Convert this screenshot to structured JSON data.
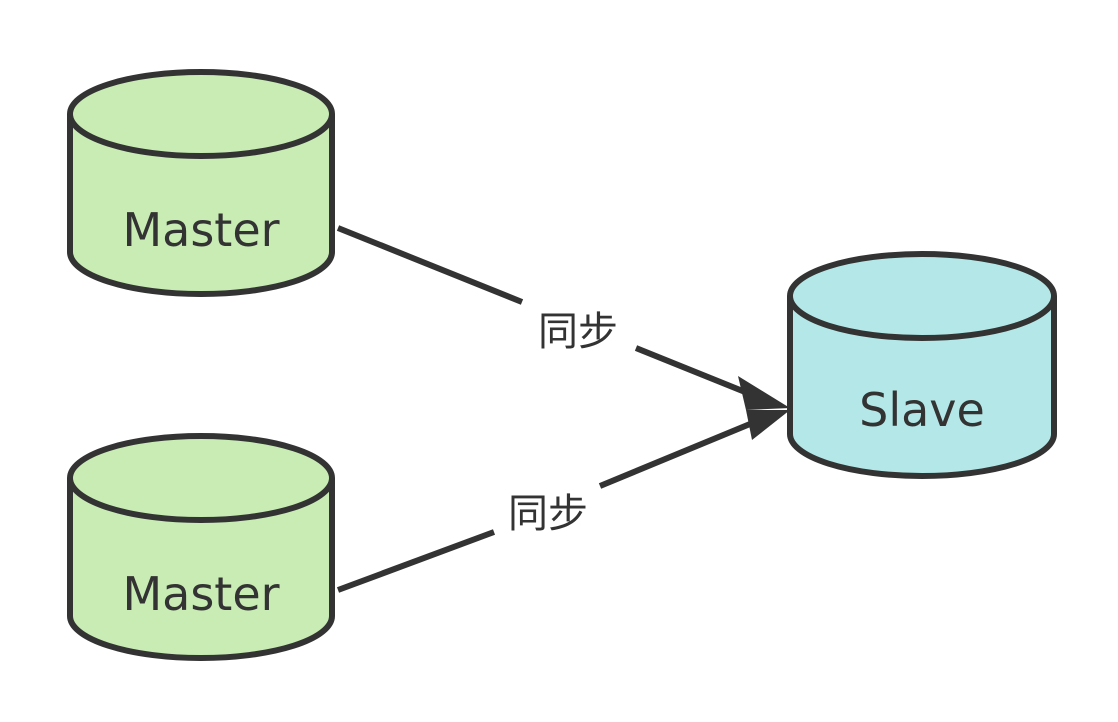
{
  "diagram": {
    "type": "database-replication",
    "nodes": [
      {
        "id": "master1",
        "label": "Master",
        "shape": "cylinder",
        "fill": "#c8ecb4"
      },
      {
        "id": "master2",
        "label": "Master",
        "shape": "cylinder",
        "fill": "#c8ecb4"
      },
      {
        "id": "slave",
        "label": "Slave",
        "shape": "cylinder",
        "fill": "#b4e8e8"
      }
    ],
    "edges": [
      {
        "from": "master1",
        "to": "slave",
        "label": "同步"
      },
      {
        "from": "master2",
        "to": "slave",
        "label": "同步"
      }
    ],
    "colors": {
      "stroke": "#333333",
      "text": "#333333",
      "background": "#ffffff"
    }
  }
}
